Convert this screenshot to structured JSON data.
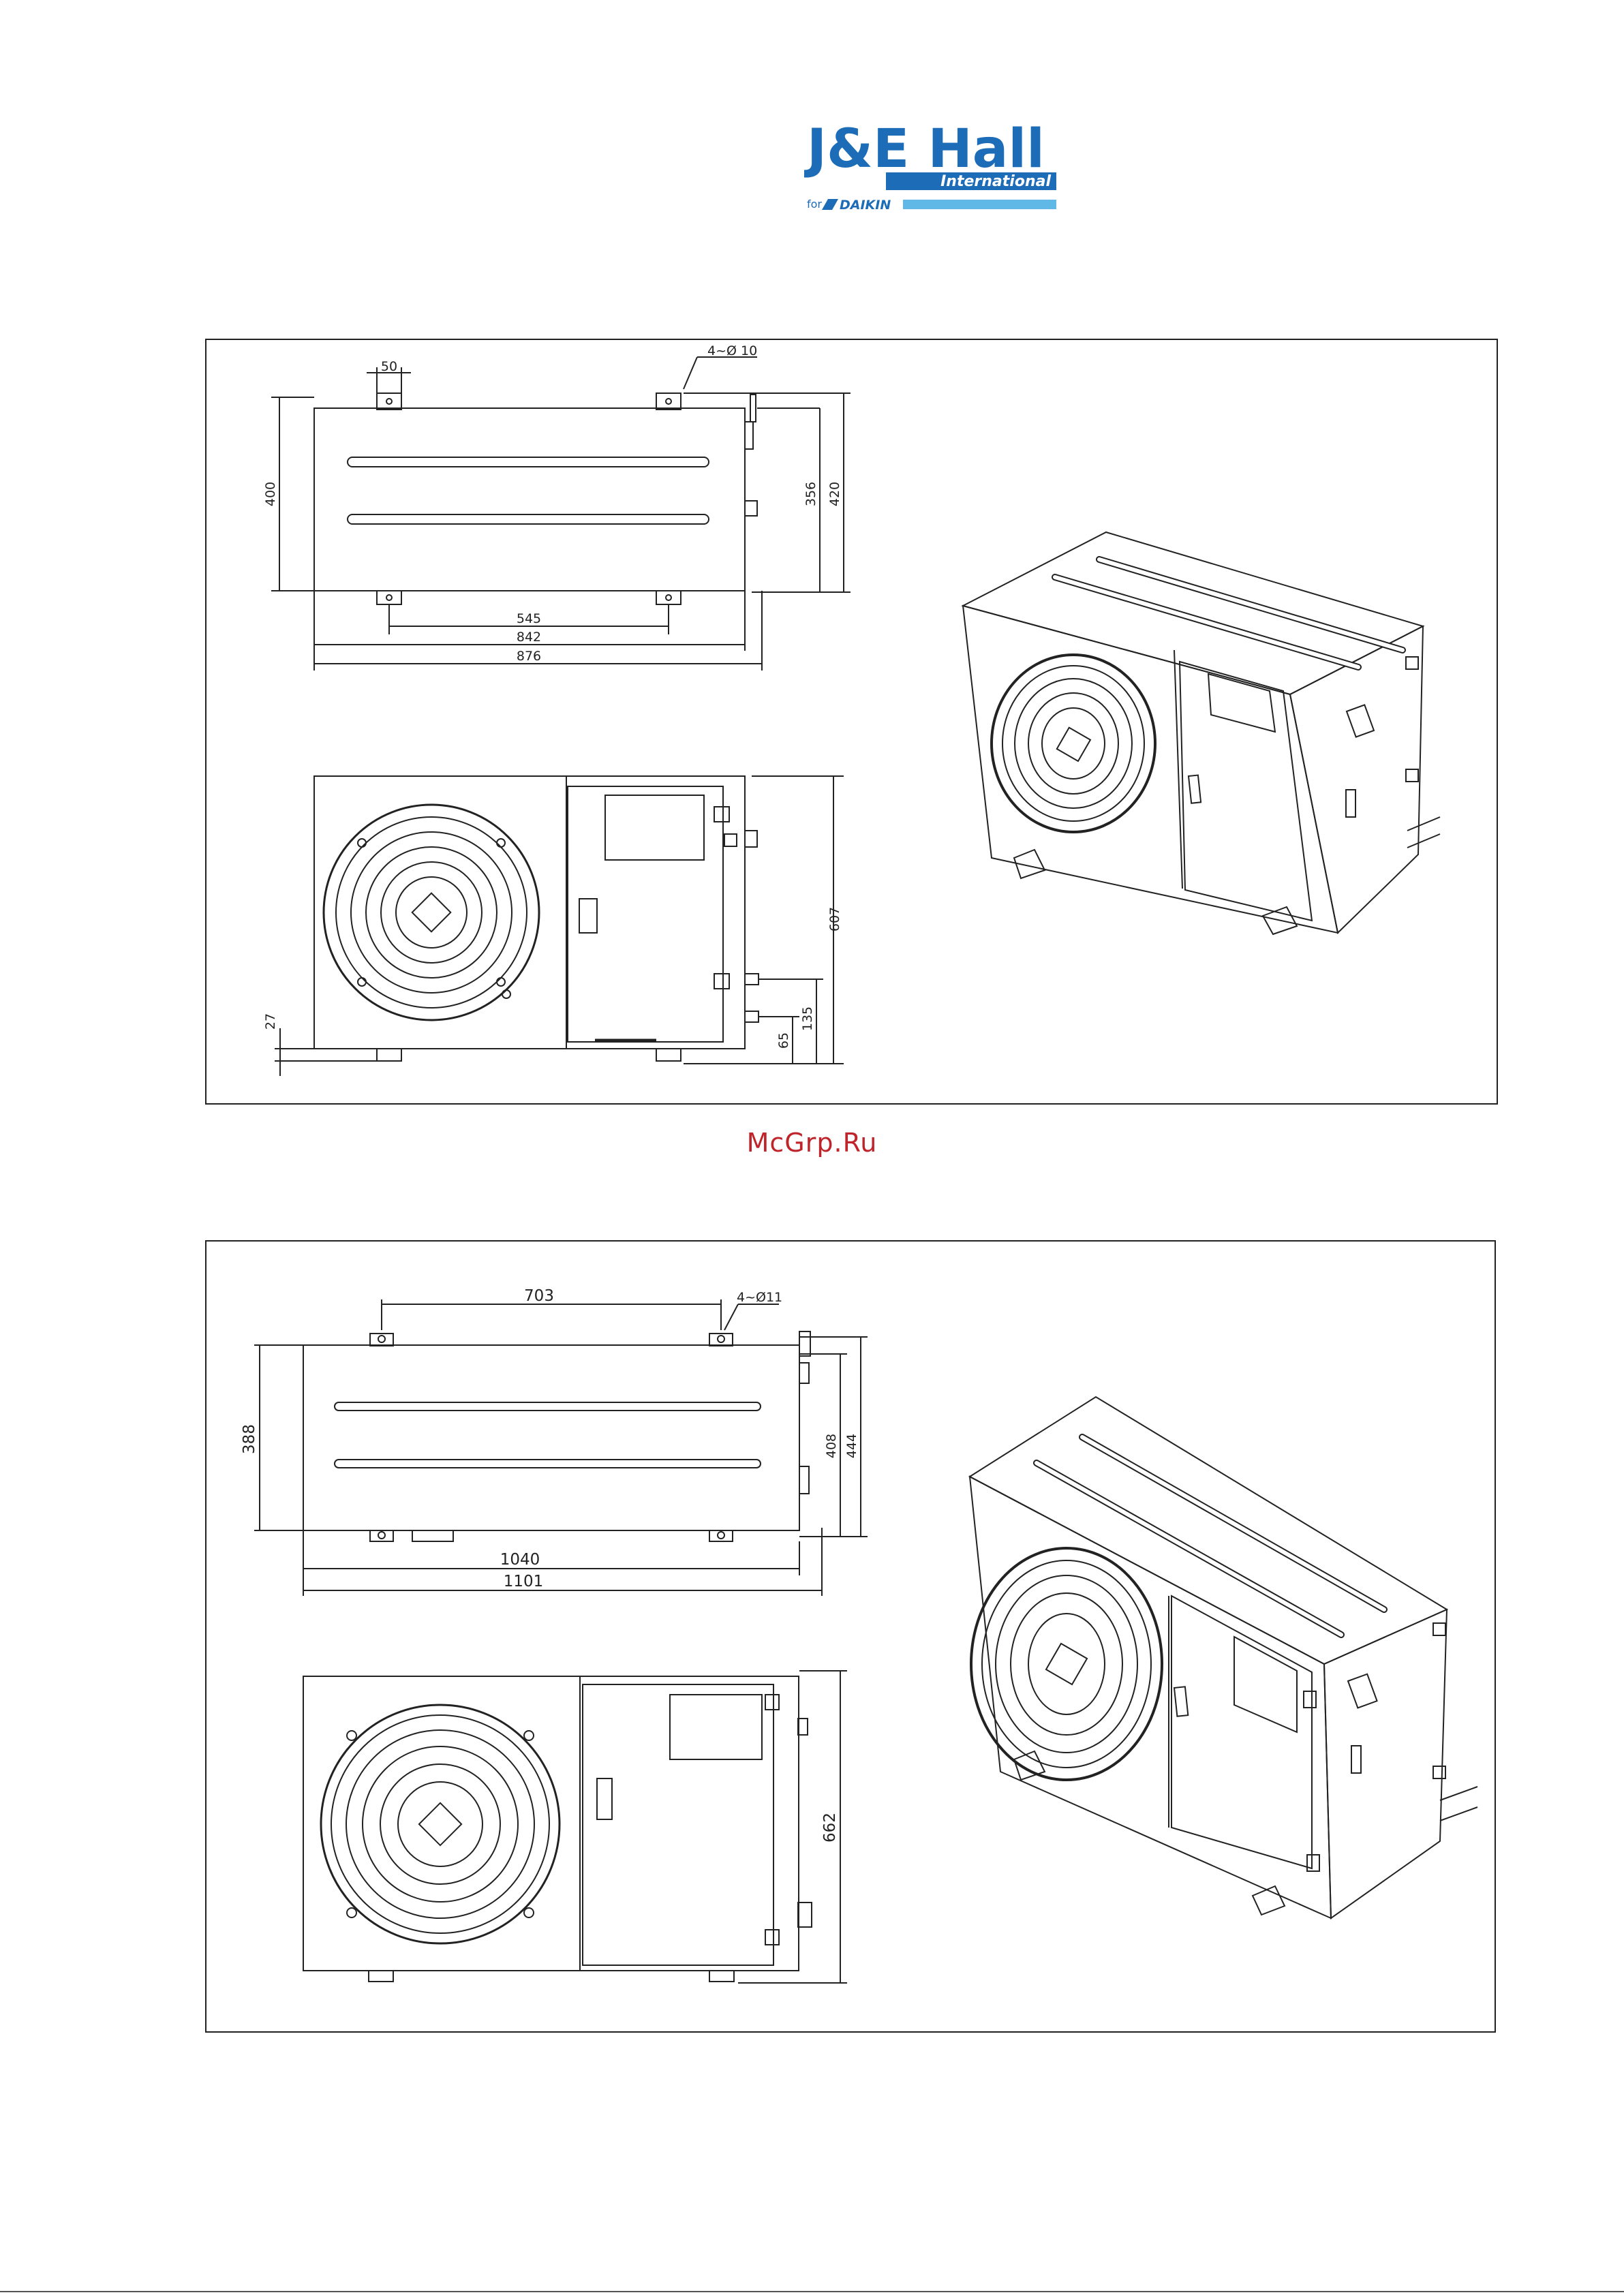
{
  "logo": {
    "brand": "J&E Hall",
    "sub": "International",
    "for_text": "for",
    "partner": "DAIKIN",
    "colors": {
      "blue": "#1c6cb7",
      "light_blue": "#5fb8e6",
      "white": "#ffffff"
    }
  },
  "drawing1": {
    "dims": {
      "lug_width": "50",
      "holes": "4~Ø 10",
      "height_left": "400",
      "height_right_inner": "356",
      "height_right_outer": "420",
      "lug_spacing": "545",
      "body_width": "842",
      "overall_width": "876",
      "front_height": "607",
      "foot_left": "27",
      "valve_upper": "135",
      "valve_lower": "65"
    }
  },
  "watermark": "McGrp.Ru",
  "drawing2": {
    "dims": {
      "lug_spacing": "703",
      "holes": "4~Ø11",
      "height_left": "388",
      "height_inner": "408",
      "height_outer": "444",
      "body_width": "1040",
      "overall_width": "1101",
      "front_height": "662"
    }
  },
  "colors": {
    "line": "#222222",
    "watermark": "#c0242b"
  }
}
